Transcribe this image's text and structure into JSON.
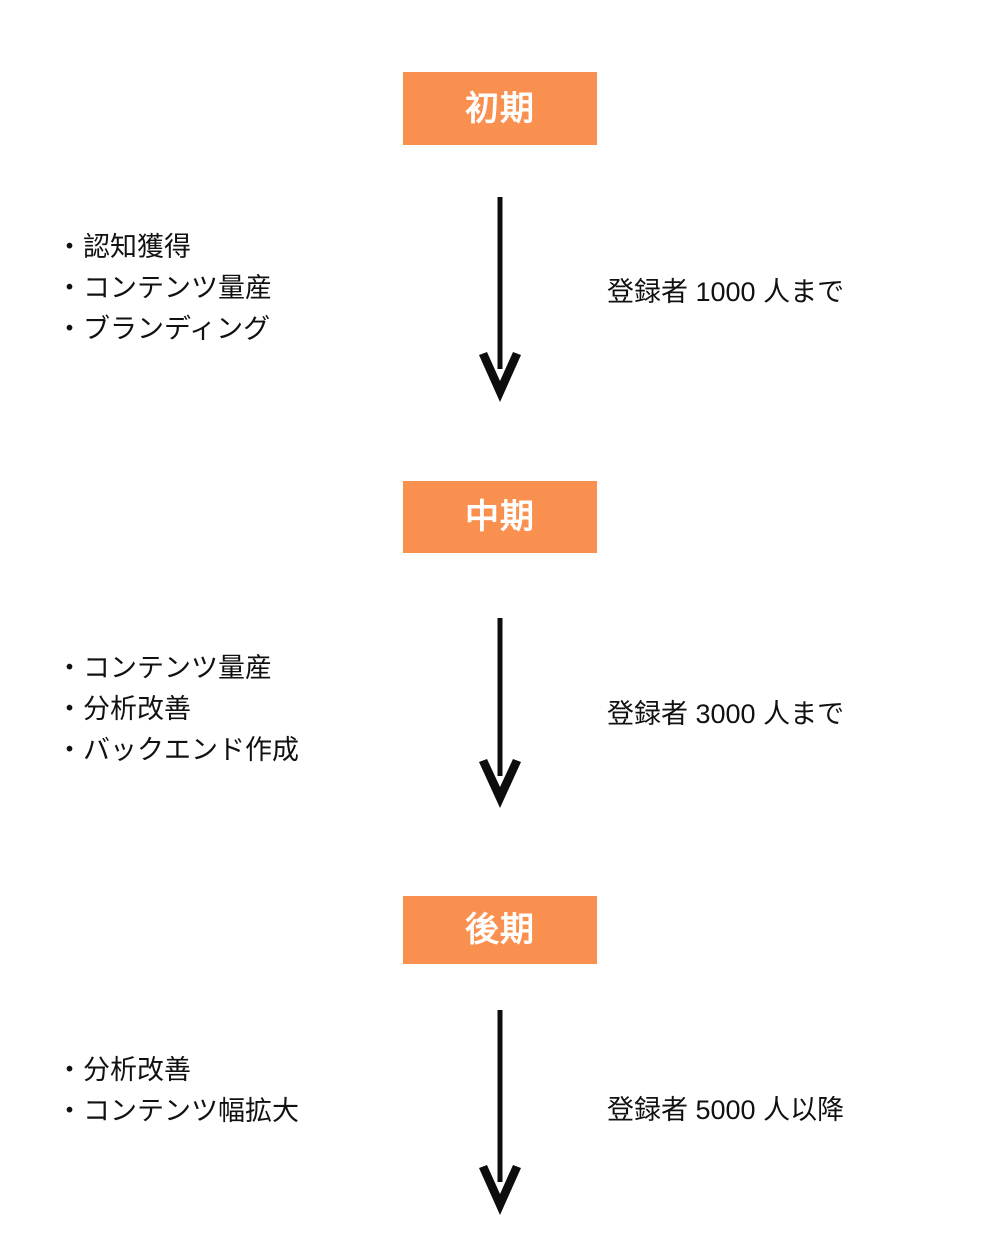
{
  "diagram": {
    "type": "vertical-flow",
    "accent_color": "#F9904F",
    "box_text_color": "#FFFFFF",
    "text_color": "#111111",
    "background_color": "#FFFFFF",
    "stages": [
      {
        "box_label": "初期",
        "bullets": [
          "・認知獲得",
          "・コンテンツ量産",
          "・ブランディング"
        ],
        "side_caption": "登録者 1000 人まで"
      },
      {
        "box_label": "中期",
        "bullets": [
          "・コンテンツ量産",
          "・分析改善",
          "・バックエンド作成"
        ],
        "side_caption": "登録者 3000 人まで"
      },
      {
        "box_label": "後期",
        "bullets": [
          "・分析改善",
          "・コンテンツ幅拡大"
        ],
        "side_caption": "登録者 5000 人以降"
      }
    ],
    "arrows": [
      {
        "name": "down-arrow-icon",
        "direction": "down"
      },
      {
        "name": "down-arrow-icon",
        "direction": "down"
      },
      {
        "name": "down-arrow-icon",
        "direction": "down"
      }
    ]
  }
}
